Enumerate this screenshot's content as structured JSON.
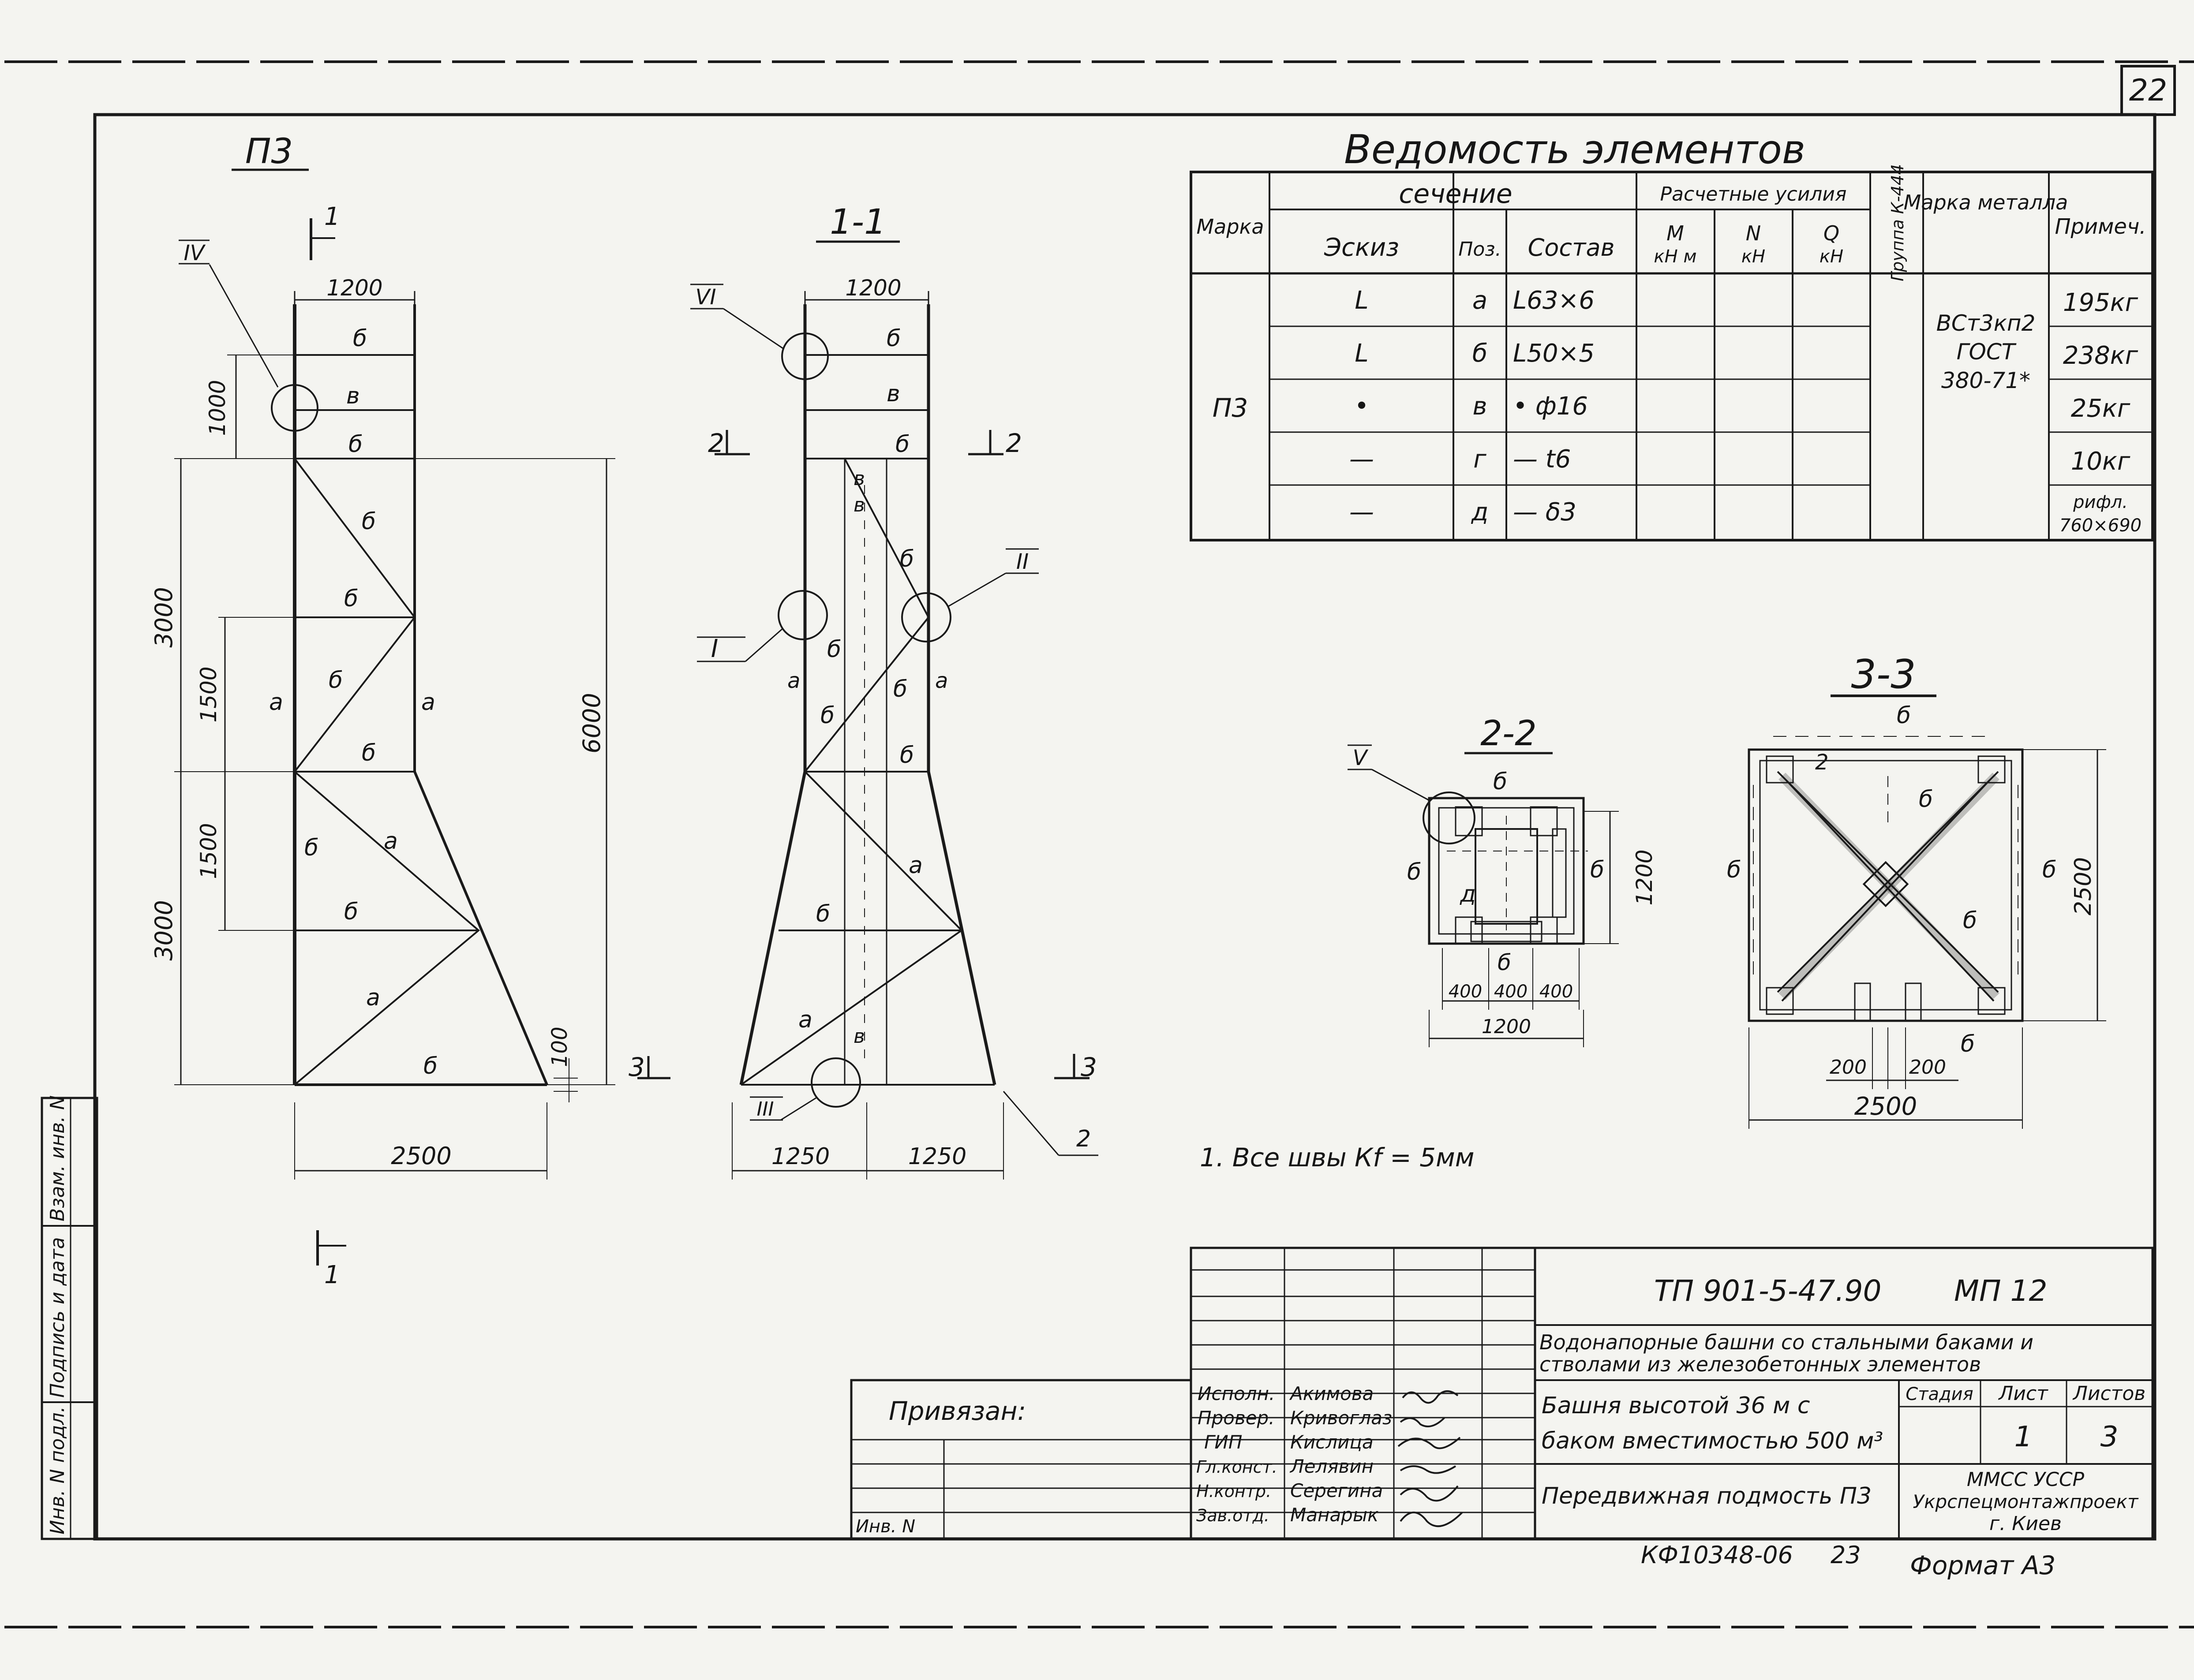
{
  "sheet": {
    "number": "22",
    "format_note": "Формат А3",
    "inventory_code": "КФ10348-06",
    "inventory_num": "23"
  },
  "views": {
    "p3": {
      "title": "П3",
      "section_mark": "1",
      "dims": {
        "w_top": "1200",
        "h_1000": "1000",
        "h_3000a": "3000",
        "h_1500a": "1500",
        "h_1500b": "1500",
        "h_3000b": "3000",
        "h_6000": "6000",
        "w_bottom": "2500",
        "h_100": "100"
      },
      "labels": {
        "a1": "а",
        "a2": "а",
        "a3": "а",
        "a4": "а",
        "b1": "б",
        "b2": "б",
        "b3": "б",
        "b4": "б",
        "b5": "б",
        "b6": "б",
        "b7": "б",
        "b8": "б",
        "b9": "б",
        "v1": "в"
      },
      "node_iv": "IV",
      "sec3": "3"
    },
    "s11": {
      "title": "1-1",
      "node_vi": "VI",
      "node_i": "I",
      "node_ii": "II",
      "node_iii": "III",
      "dims": {
        "w_top": "1200",
        "w_l": "1250",
        "w_r": "1250"
      },
      "sec2l": "2",
      "sec2r": "2",
      "sec3": "3",
      "pos2": "2",
      "labels": {
        "b1": "б",
        "b2": "б",
        "b3": "б",
        "b4": "б",
        "b5": "б",
        "b6": "б",
        "b7": "б",
        "b8": "б",
        "v1": "в",
        "v2": "в",
        "v3": "в",
        "v4": "в",
        "a1": "а",
        "a2": "а",
        "a3": "а",
        "a4": "а"
      }
    },
    "s22": {
      "title": "2-2",
      "node_v": "V",
      "dims": {
        "d400a": "400",
        "d400b": "400",
        "d400c": "400",
        "d1200": "1200",
        "h1200": "1200"
      },
      "labels": {
        "b1": "б",
        "b2": "б",
        "b3": "б",
        "b4": "б",
        "d1": "д"
      }
    },
    "s33": {
      "title": "3-3",
      "dims": {
        "d200a": "200",
        "d200b": "200",
        "d2500": "2500",
        "h2500": "2500"
      },
      "labels": {
        "b1": "б",
        "b2": "б",
        "b3": "б",
        "b4": "б",
        "b5": "б",
        "b6": "б",
        "p2": "2"
      }
    }
  },
  "note": "1. Все швы  Кf = 5мм",
  "spec": {
    "title": "Ведомость элементов",
    "h_marka": "Марка",
    "h_sechenie": "сечение",
    "h_eskiz": "Эскиз",
    "h_poz": "Поз.",
    "h_sostav": "Состав",
    "h_forces": "Расчетные усилия",
    "h_m": "М",
    "h_m_unit": "кН м",
    "h_n": "N",
    "h_n_unit": "кН",
    "h_q": "Q",
    "h_q_unit": "кН",
    "h_group": "Группа К-444",
    "h_metal": "Марка металла",
    "h_note": "Примеч.",
    "marka": "П3",
    "metal_1": "ВСт3кп2",
    "metal_2": "ГОСТ",
    "metal_3": "380-71*",
    "rows": [
      {
        "eskiz": "L",
        "poz": "а",
        "sostav": "L63×6",
        "note": "195кг"
      },
      {
        "eskiz": "L",
        "poz": "б",
        "sostav": "L50×5",
        "note": "238кг"
      },
      {
        "eskiz": "•",
        "poz": "в",
        "sostav": "• ф16",
        "note": "25кг"
      },
      {
        "eskiz": "—",
        "poz": "г",
        "sostav": "— t6",
        "note": "10кг"
      },
      {
        "eskiz": "—",
        "poz": "д",
        "sostav": "— δ3",
        "note": "рифл.",
        "note2": "760×690"
      }
    ]
  },
  "stamp": {
    "code": "ТП 901-5-47.90",
    "sheet_code": "МП 12",
    "project_line1": "Водонапорные башни со стальными баками и",
    "project_line2": "стволами из железобетонных элементов",
    "object_line1": "Башня  высотой 36 м  с",
    "object_line2": "баком вместимостью 500 м³",
    "sheet_title": "Передвижная подмость П3",
    "org_line1": "ММСС УССР",
    "org_line2": "Укрспецмонтажпроект",
    "org_line3": "г. Киев",
    "h_stage": "Стадия",
    "h_sheet": "Лист",
    "h_sheets": "Листов",
    "sheet_no": "1",
    "sheets_total": "3",
    "privyazan": "Привязан:",
    "inv_n": "Инв. N",
    "roles": [
      {
        "role": "Исполн.",
        "name": "Акимова"
      },
      {
        "role": "Провер.",
        "name": "Кривоглаз"
      },
      {
        "role": "ГИП",
        "name": "Кислица"
      },
      {
        "role": "Гл.конст.",
        "name": "Лелявин"
      },
      {
        "role": "Н.контр.",
        "name": "Серегина"
      },
      {
        "role": "Зав.отд.",
        "name": "Манарык"
      }
    ]
  },
  "side_strip": {
    "c1": "Инв. N подл.",
    "c2": "Подпись и дата",
    "c3": "Взам. инв. N"
  }
}
